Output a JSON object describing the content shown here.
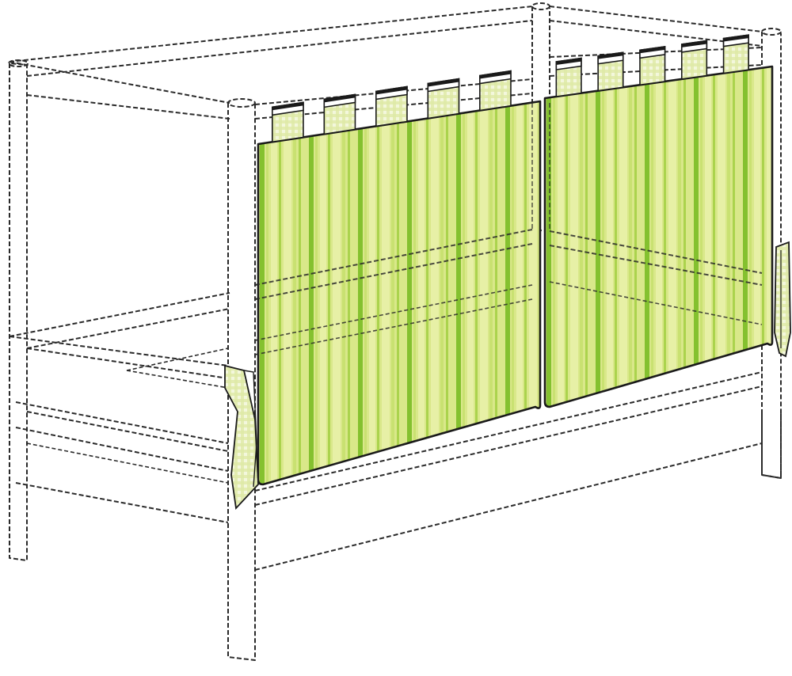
{
  "illustration": {
    "subject": "bed-curtain",
    "colors": {
      "fabric_base": "#d9e88a",
      "fabric_light": "#e8f0a8",
      "stripe_strong": "#7fbf2a",
      "stripe_mid": "#a9d24a",
      "stripe_soft": "#c8e070",
      "gingham": "#e6efb8",
      "outline": "#1a1a1a",
      "frame_line": "#2a2a2a",
      "background": "#ffffff"
    },
    "panels": 2,
    "loops_per_panel": 5,
    "ties": 2
  }
}
